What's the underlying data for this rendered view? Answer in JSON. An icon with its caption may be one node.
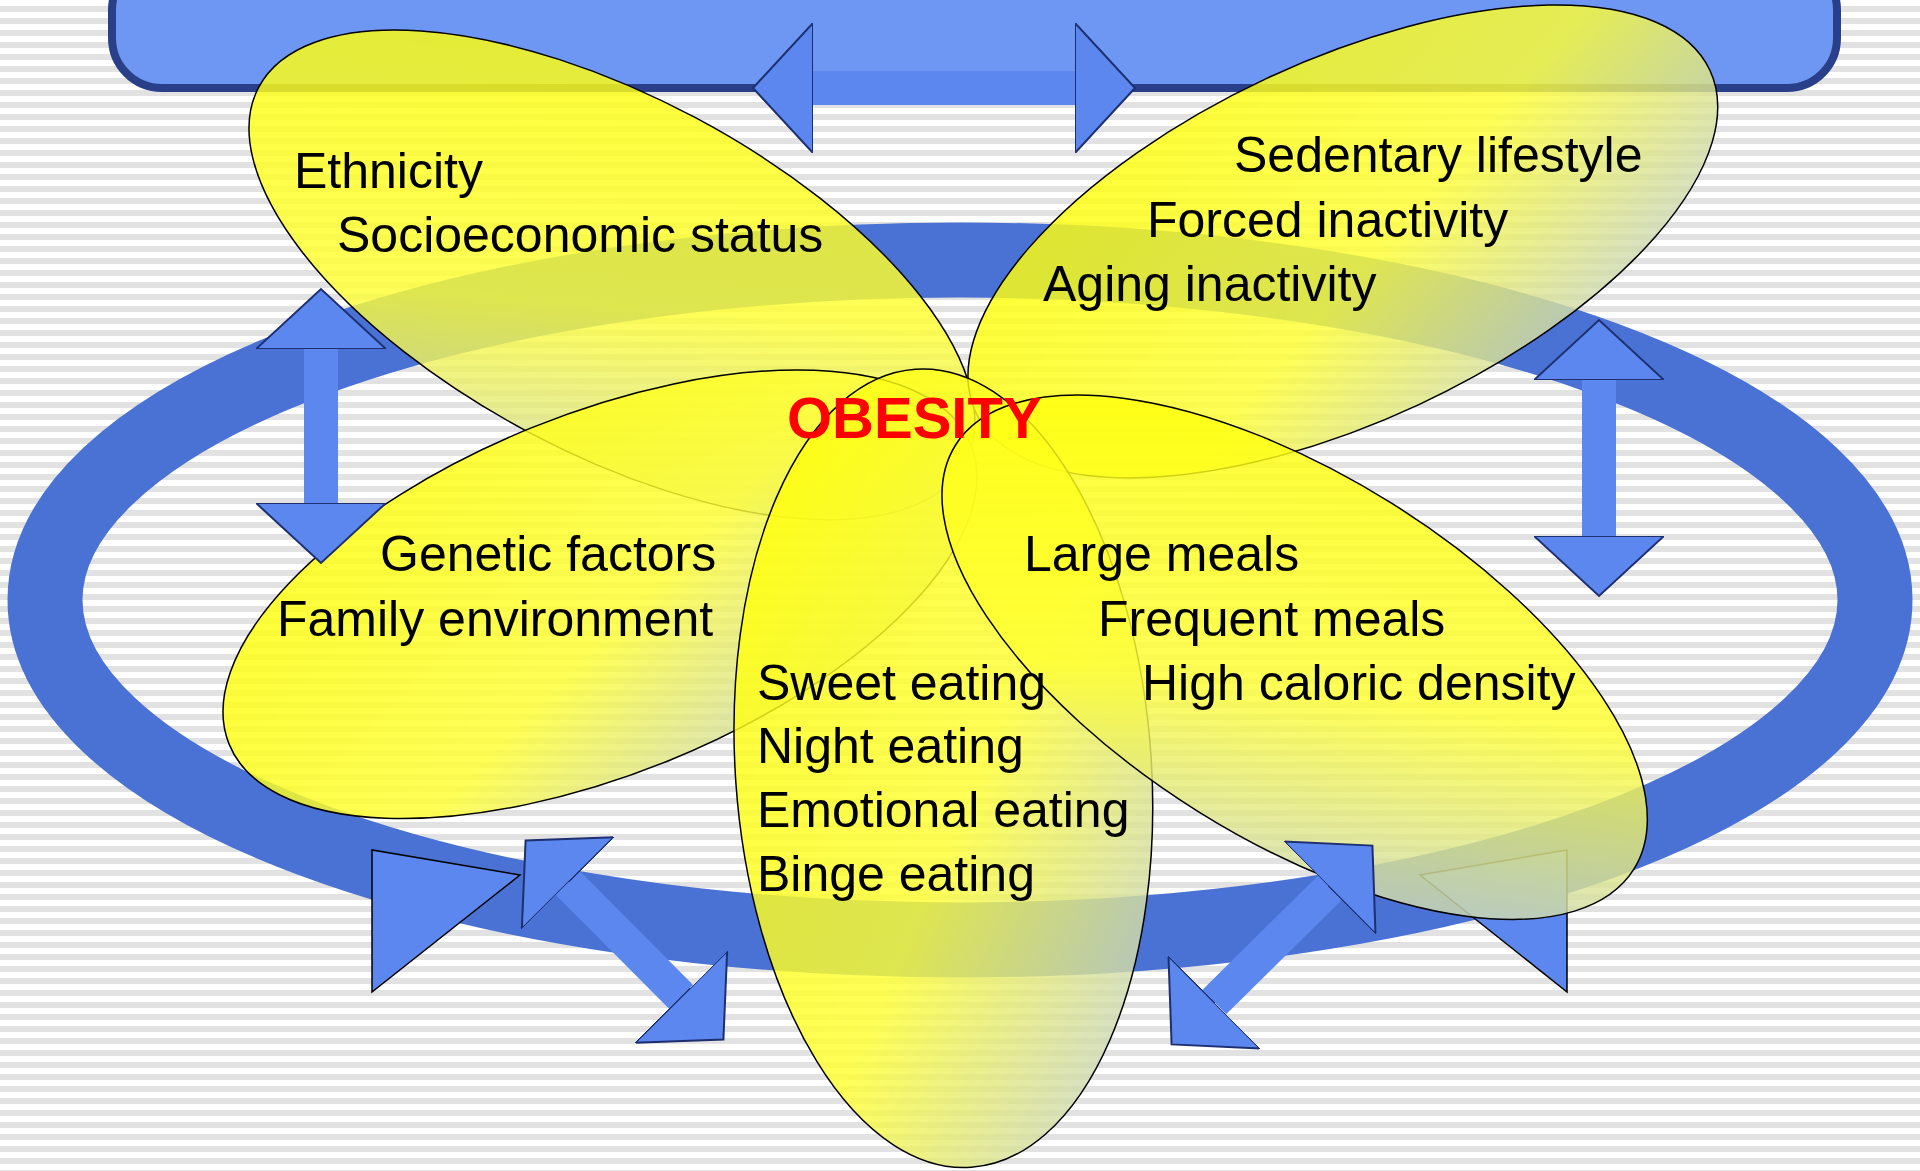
{
  "diagram": {
    "nodes": [
      {
        "text": [
          "Ethnicity",
          "Socioeconomic status"
        ]
      },
      {
        "text": [
          "Sedentary lifestyle",
          "Forced inactivity",
          "Aging inactivity"
        ]
      },
      {
        "text": [
          "Genetic factors",
          "Family environment"
        ]
      },
      {
        "text": [
          "Sweet eating",
          "Night eating",
          "Emotional eating",
          "Binge eating"
        ]
      },
      {
        "text": [
          "Large meals",
          "Frequent meals",
          "High caloric density"
        ]
      }
    ],
    "edges": [
      {
        "from": 0,
        "to": 1,
        "arrow": "both"
      },
      {
        "from": 0,
        "to": 2,
        "arrow": "both"
      },
      {
        "from": 1,
        "to": 4,
        "arrow": "both"
      },
      {
        "from": 2,
        "to": 3,
        "arrow": "both"
      },
      {
        "from": 3,
        "to": 4,
        "arrow": "both"
      }
    ],
    "labels": [
      "OBESITY"
    ]
  }
}
